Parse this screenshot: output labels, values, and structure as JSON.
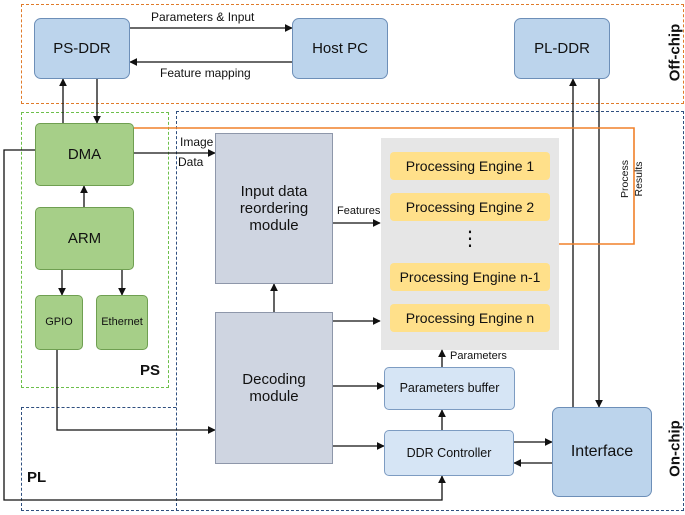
{
  "regions": {
    "off_chip": "Off-chip",
    "on_chip": "On-chip",
    "ps": "PS",
    "pl": "PL"
  },
  "blocks": {
    "ps_ddr": "PS-DDR",
    "host_pc": "Host PC",
    "pl_ddr": "PL-DDR",
    "dma": "DMA",
    "arm": "ARM",
    "gpio": "GPIO",
    "ethernet": "Ethernet",
    "input_reorder": "Input data reordering module",
    "decoding": "Decoding module",
    "params_buffer": "Parameters buffer",
    "ddr_controller": "DDR Controller",
    "interface": "Interface"
  },
  "processing_engines": [
    "Processing Engine 1",
    "Processing Engine 2",
    "⋮",
    "Processing Engine n-1",
    "Processing Engine n"
  ],
  "labels": {
    "params_input": "Parameters & Input",
    "feature_mapping": "Feature mapping",
    "image": "Image",
    "data": "Data",
    "features": "Features",
    "parameters": "Parameters",
    "process": "Process",
    "results": "Results"
  },
  "colors": {
    "off_chip_border": "#e07b2a",
    "on_chip_border": "#2f4f7f",
    "ps_border": "#6cbf4a",
    "result_line": "#f0802a"
  }
}
